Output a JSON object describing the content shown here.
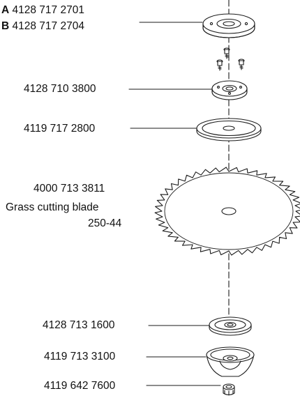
{
  "diagram": {
    "parts": [
      {
        "id": "flange-top",
        "lines": [
          {
            "prefix": "A",
            "number": "4128 717 2701"
          },
          {
            "prefix": "B",
            "number": "4128 717 2704"
          }
        ]
      },
      {
        "id": "thrust-plate",
        "number": "4128 710 3800"
      },
      {
        "id": "thrust-washer",
        "number": "4119 717 2800"
      },
      {
        "id": "blade",
        "number": "4000 713 3811",
        "name": "Grass cutting blade",
        "spec": "250-44"
      },
      {
        "id": "thrust-sleeve",
        "number": "4128 713 1600"
      },
      {
        "id": "cup",
        "number": "4119 713 3100"
      },
      {
        "id": "nut",
        "number": "4119 642 7600"
      }
    ]
  },
  "colors": {
    "line": "#1a1a1a",
    "text": "#111111"
  }
}
